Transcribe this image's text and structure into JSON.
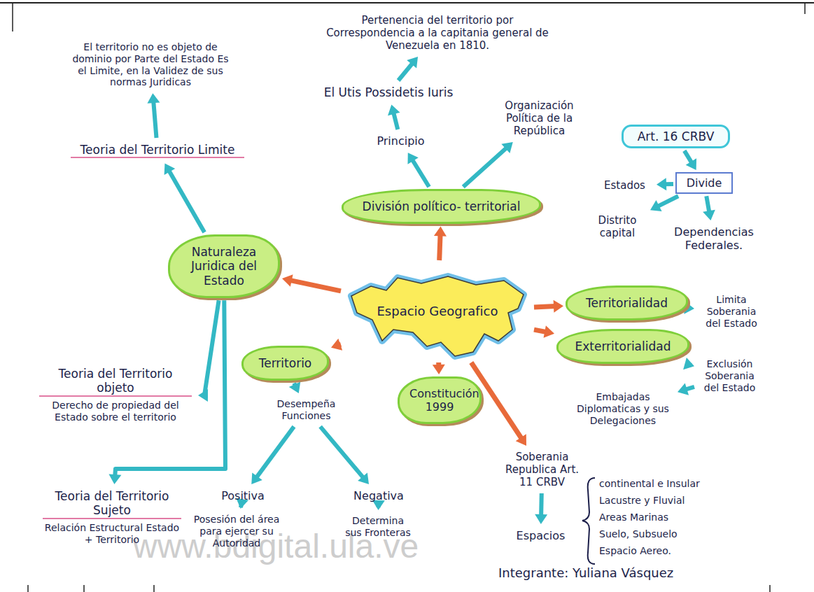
{
  "diagram": {
    "nodes": [
      {
        "text": [
          "Espacio Geografico"
        ]
      },
      {
        "text": [
          "Naturaleza Juridica del Estado"
        ]
      },
      {
        "text": [
          "Teoria del Territorio Limite"
        ]
      },
      {
        "text": [
          "El territorio no es objeto de dominio por Parte del Estado Es el Limite, en la Validez de sus normas Juridicas"
        ]
      },
      {
        "text": [
          "División político- territorial"
        ]
      },
      {
        "text": [
          "Principio"
        ]
      },
      {
        "text": [
          "El Utis Possidetis Iuris"
        ]
      },
      {
        "text": [
          "Pertenencia del territorio por Correspondencia a la capitania general de Venezuela en 1810."
        ]
      },
      {
        "text": [
          "Organización Política de la República"
        ]
      },
      {
        "text": [
          "Art. 16 CRBV"
        ]
      },
      {
        "text": [
          "Divide"
        ]
      },
      {
        "text": [
          "Estados"
        ]
      },
      {
        "text": [
          "Distrito capital"
        ]
      },
      {
        "text": [
          "Dependencias Federales."
        ]
      },
      {
        "text": [
          "Territorialidad"
        ]
      },
      {
        "text": [
          "Limita Soberania del Estado"
        ]
      },
      {
        "text": [
          "Exterritorialidad"
        ]
      },
      {
        "text": [
          "Exclusión Soberania del Estado"
        ]
      },
      {
        "text": [
          "Embajadas Diplomaticas y sus Delegaciones"
        ]
      },
      {
        "text": [
          "Territorio"
        ]
      },
      {
        "text": [
          "Desempeña Funciones"
        ]
      },
      {
        "text": [
          "Positiva"
        ]
      },
      {
        "text": [
          "Posesión del área para ejercer su Autoridad"
        ]
      },
      {
        "text": [
          "Negativa"
        ]
      },
      {
        "text": [
          "Determina sus Fronteras"
        ]
      },
      {
        "text": [
          "Constitución 1999"
        ]
      },
      {
        "text": [
          "Soberania Republica Art. 11 CRBV"
        ]
      },
      {
        "text": [
          "Espacios"
        ]
      },
      {
        "text": [
          "Teoria del Territorio objeto",
          "Derecho de propiedad del Estado sobre el territorio"
        ]
      },
      {
        "text": [
          "Teoria del Territorio Sujeto",
          "Relación Estructural Estado + Territorio"
        ]
      }
    ],
    "edges": [
      {
        "from": 0,
        "to": 1,
        "arrow": "to"
      },
      {
        "from": 0,
        "to": 4,
        "arrow": "to"
      },
      {
        "from": 0,
        "to": 19,
        "arrow": "to"
      },
      {
        "from": 0,
        "to": 25,
        "arrow": "to"
      },
      {
        "from": 0,
        "to": 14,
        "arrow": "to"
      },
      {
        "from": 0,
        "to": 16,
        "arrow": "to"
      },
      {
        "from": 0,
        "to": 26,
        "arrow": "to"
      },
      {
        "from": 1,
        "to": 2,
        "arrow": "to"
      },
      {
        "from": 2,
        "to": 3,
        "arrow": "to"
      },
      {
        "from": 1,
        "to": 28,
        "arrow": "to"
      },
      {
        "from": 1,
        "to": 29,
        "arrow": "to"
      },
      {
        "from": 4,
        "to": 5,
        "arrow": "to"
      },
      {
        "from": 5,
        "to": 6,
        "arrow": "to"
      },
      {
        "from": 6,
        "to": 7,
        "arrow": "to"
      },
      {
        "from": 4,
        "to": 8,
        "arrow": "to"
      },
      {
        "from": 9,
        "to": 10,
        "arrow": "to"
      },
      {
        "from": 10,
        "to": 11,
        "arrow": "to"
      },
      {
        "from": 10,
        "to": 12,
        "arrow": "to"
      },
      {
        "from": 10,
        "to": 13,
        "arrow": "to"
      },
      {
        "from": 14,
        "to": 15,
        "arrow": "to"
      },
      {
        "from": 16,
        "to": 17,
        "arrow": "to"
      },
      {
        "from": 17,
        "to": 18,
        "arrow": "to"
      },
      {
        "from": 19,
        "to": 20,
        "arrow": "to"
      },
      {
        "from": 20,
        "to": 21,
        "arrow": "to"
      },
      {
        "from": 20,
        "to": 23,
        "arrow": "to"
      },
      {
        "from": 21,
        "to": 22,
        "arrow": "to"
      },
      {
        "from": 23,
        "to": 24,
        "arrow": "to"
      },
      {
        "from": 26,
        "to": 27,
        "arrow": "to"
      }
    ],
    "labels": [
      "continental e Insular",
      "Lacustre y Fluvial",
      "Areas Marinas",
      "Suelo, Subsuelo",
      "Espacio Aereo.",
      "Integrante: Yuliana Vásquez",
      "www.bdigital.ula.ve"
    ]
  }
}
